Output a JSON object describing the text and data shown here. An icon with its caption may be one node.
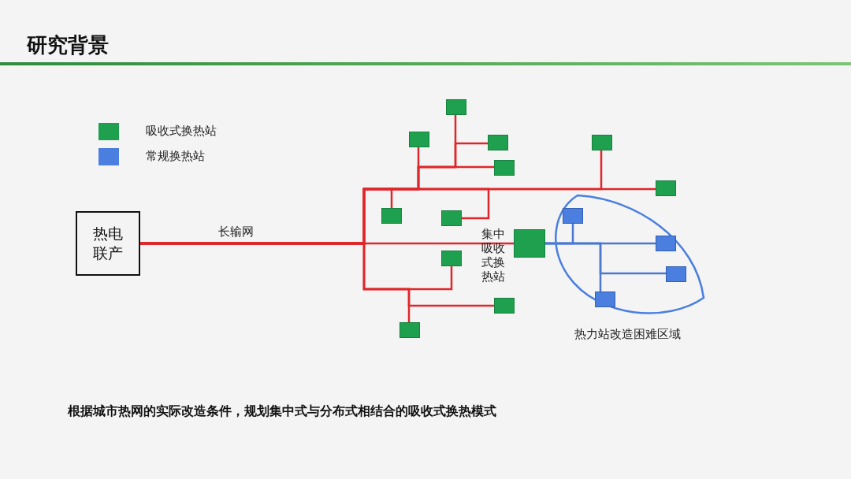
{
  "diagram": {
    "title": "研究背景",
    "caption": "根据城市热网的实际改造条件，规划集中式与分布式相结合的吸收式换热模式",
    "nodes": [
      {
        "text": [
          "热电联产"
        ]
      },
      {
        "text": [],
        "shape": "box",
        "beside": [
          "集中吸收式换热站"
        ]
      },
      {
        "text": [
          "热力站改造困难区域"
        ]
      },
      {
        "text": [],
        "shape": "box"
      },
      {
        "text": [],
        "shape": "box"
      },
      {
        "text": [],
        "shape": "box"
      },
      {
        "text": [],
        "shape": "box"
      },
      {
        "text": [],
        "shape": "box"
      },
      {
        "text": [],
        "shape": "box"
      },
      {
        "text": [],
        "shape": "box"
      },
      {
        "text": [],
        "shape": "box"
      },
      {
        "text": [],
        "shape": "box"
      },
      {
        "text": [],
        "shape": "box"
      },
      {
        "text": [],
        "shape": "box"
      },
      {
        "text": [],
        "shape": "box",
        "in": 2
      },
      {
        "text": [],
        "shape": "box",
        "in": 2
      },
      {
        "text": [],
        "shape": "box",
        "in": 2
      },
      {
        "text": [],
        "shape": "box",
        "in": 2
      }
    ],
    "edges": [
      {
        "from": 0,
        "to": 1,
        "arrow": "none",
        "label": "长输网"
      },
      {
        "from": 0,
        "to": 3,
        "arrow": "none"
      },
      {
        "from": 0,
        "to": 4,
        "arrow": "none"
      },
      {
        "from": 0,
        "to": 5,
        "arrow": "none"
      },
      {
        "from": 0,
        "to": 6,
        "arrow": "none"
      },
      {
        "from": 0,
        "to": 7,
        "arrow": "none"
      },
      {
        "from": 0,
        "to": 8,
        "arrow": "none"
      },
      {
        "from": 0,
        "to": 9,
        "arrow": "none"
      },
      {
        "from": 0,
        "to": 10,
        "arrow": "none"
      },
      {
        "from": 0,
        "to": 11,
        "arrow": "none"
      },
      {
        "from": 0,
        "to": 12,
        "arrow": "none"
      },
      {
        "from": 0,
        "to": 13,
        "arrow": "none"
      },
      {
        "from": 1,
        "to": 14,
        "arrow": "none",
        "color": "#4a78d0"
      },
      {
        "from": 1,
        "to": 15,
        "arrow": "none",
        "color": "#4a78d0"
      },
      {
        "from": 1,
        "to": 16,
        "arrow": "none",
        "color": "#4a78d0"
      },
      {
        "from": 1,
        "to": 17,
        "arrow": "none",
        "color": "#4a78d0"
      }
    ],
    "legend": [
      {
        "text": "吸收式换热站",
        "color": "#1ea04e"
      },
      {
        "text": "常规换热站",
        "color": "#4a7fe0"
      }
    ]
  }
}
